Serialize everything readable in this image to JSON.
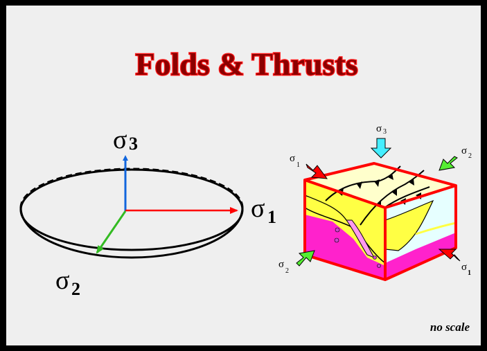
{
  "title": "Folds & Thrusts",
  "ellipsoid": {
    "sigma1": {
      "symbol": "σ",
      "subscript": "1"
    },
    "sigma2": {
      "symbol": "σ",
      "subscript": "2"
    },
    "sigma3": {
      "symbol": "σ",
      "subscript": "3"
    }
  },
  "block": {
    "sigma1_left": {
      "symbol": "σ",
      "subscript": "1"
    },
    "sigma1_right": {
      "symbol": "σ",
      "subscript": "1"
    },
    "sigma2_left": {
      "symbol": "σ",
      "subscript": "2"
    },
    "sigma2_right": {
      "symbol": "σ",
      "subscript": "2"
    },
    "sigma3_top": {
      "symbol": "σ",
      "subscript": "3"
    }
  },
  "footnote": "no scale",
  "colors": {
    "title_fill": "#8b0000",
    "title_outline": "#ff1a1a",
    "sigma1_axis": "#ff0000",
    "sigma2_axis": "#33bb22",
    "sigma3_axis": "#1166dd",
    "block_outline": "#ff0000",
    "yellow_layer": "#ffff44",
    "magenta_layer": "#ff22cc",
    "cream_top": "#ffffcc",
    "light_blue": "#e6ffff",
    "arrow_red": "#ff0000",
    "arrow_green": "#55ee33",
    "arrow_cyan": "#44eeff"
  }
}
